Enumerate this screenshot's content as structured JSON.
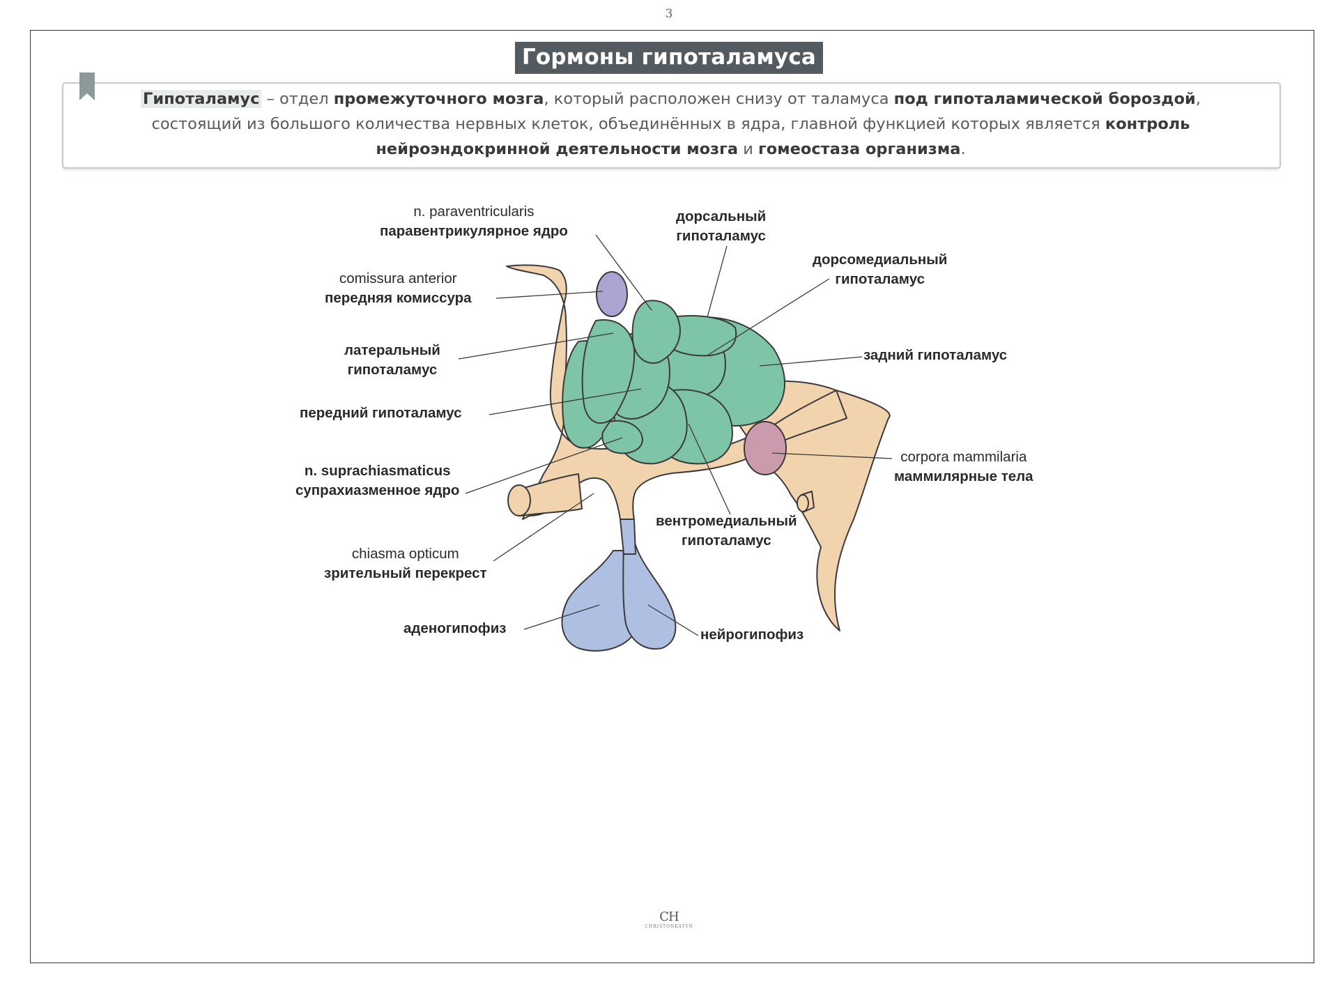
{
  "page": {
    "number": "3"
  },
  "title": "Гормоны гипоталамуса",
  "definition": {
    "term": "Гипоталамус",
    "p1": " – отдел ",
    "b1": "промежуточного мозга",
    "p2": ", который расположен снизу от таламуса ",
    "b2": "под гипоталамической бороздой",
    "p3": ", состоящий из большого количества нервных клеток, объединённых в ядра, главной функцией которых является ",
    "b3": "контроль нейроэндокринной деятельности мозга",
    "p4": " и ",
    "b4": "гомеостаза организма",
    "p5": "."
  },
  "labels": {
    "paraventricularis": {
      "latin": "n. paraventricularis",
      "ru": "паравентрикулярное ядро"
    },
    "dorsal": {
      "l1": "дорсальный",
      "l2": "гипоталамус"
    },
    "dorsomedial": {
      "l1": "дорсомедиальный",
      "l2": "гипоталамус"
    },
    "commissura": {
      "latin": "comissura anterior",
      "ru": "передняя комиссура"
    },
    "lateral": {
      "l1": "латеральный",
      "l2": "гипоталамус"
    },
    "posterior": "задний гипоталамус",
    "anterior": "передний гипоталамус",
    "suprachiasmaticus": {
      "latin": "n. suprachiasmaticus",
      "ru": "супрахиазменное ядро"
    },
    "mammillaria": {
      "latin": "corpora mammilaria",
      "ru": "маммилярные тела"
    },
    "ventromedial": {
      "l1": "вентромедиальный",
      "l2": "гипоталамус"
    },
    "chiasma": {
      "latin": "chiasma opticum",
      "ru": "зрительный перекрест"
    },
    "adenohypophysis": "аденогипофиз",
    "neurohypophysis": "нейрогипофиз"
  },
  "logo": {
    "mark": "CH",
    "text": "CHRISTONKATYN"
  },
  "colors": {
    "nuclei": "#7ec4a6",
    "tissue": "#f1d3ae",
    "pituitary": "#aebfe2",
    "commissure": "#aaa6d1",
    "mammillary": "#cc9aad",
    "title_bg": "#545b60"
  }
}
